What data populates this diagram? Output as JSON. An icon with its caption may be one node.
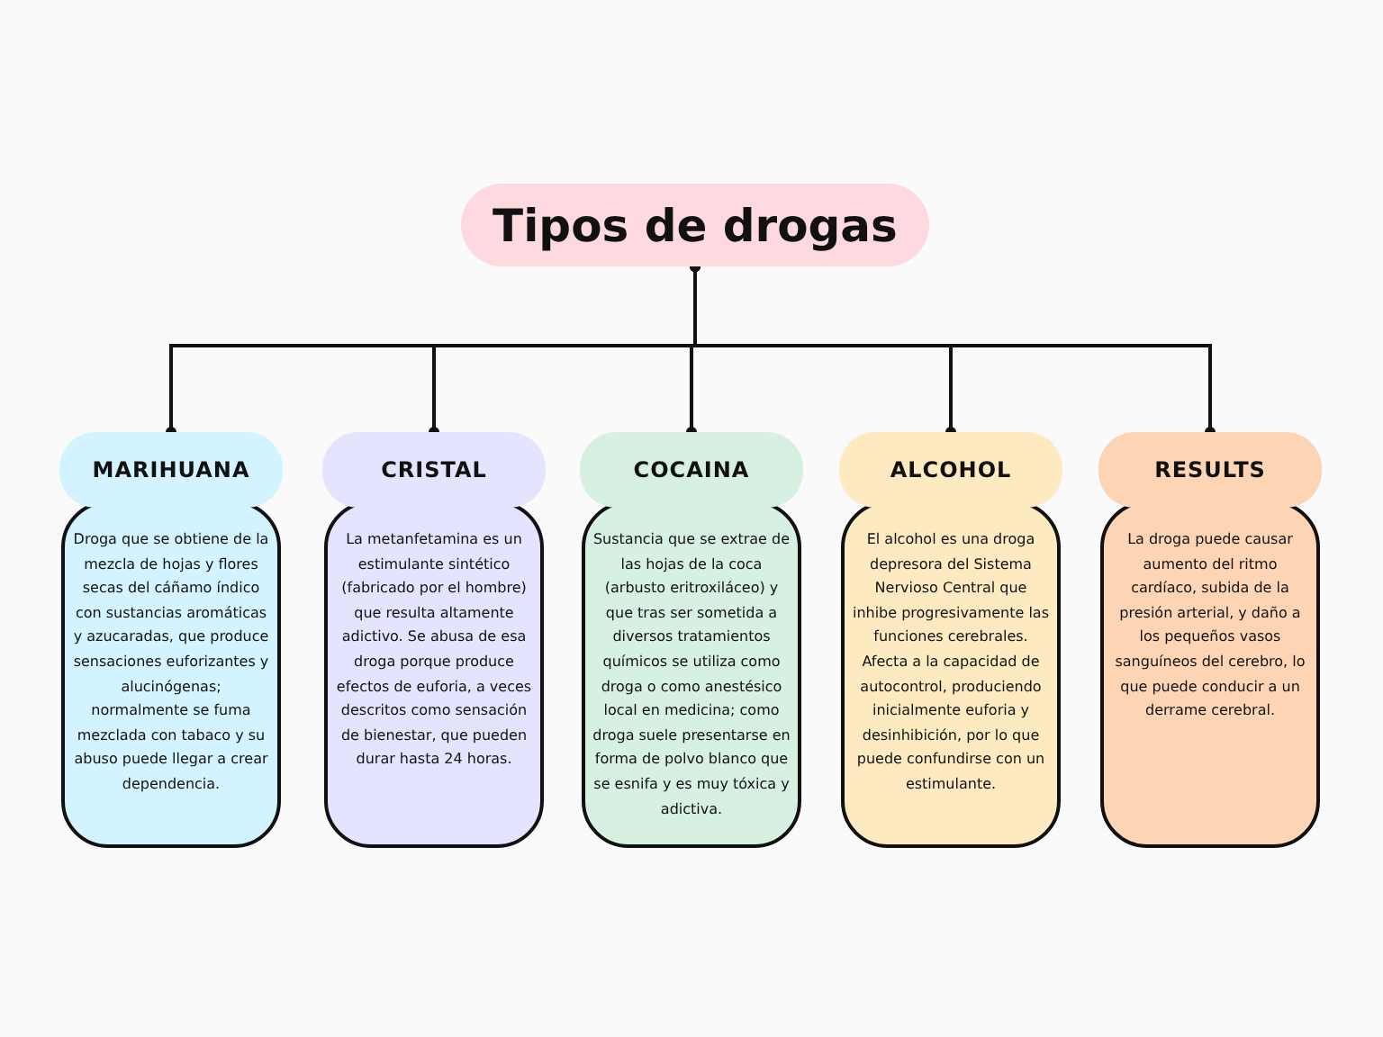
{
  "diagram": {
    "nodes": [
      {
        "text": [
          "Tipos de drogas"
        ]
      },
      {
        "text": [
          "MARIHUANA"
        ]
      },
      {
        "text": [
          "Droga que se obtiene de la mezcla de hojas y flores secas del cáñamo índico con sustancias aromáticas y azucaradas, que produce sensaciones euforizantes y alucinógenas; normalmente se fuma mezclada con tabaco y su abuso puede llegar a crear dependencia."
        ]
      },
      {
        "text": [
          "CRISTAL"
        ]
      },
      {
        "text": [
          "La metanfetamina es un estimulante sintético (fabricado por el hombre) que resulta altamente adictivo. Se abusa de esa droga porque produce efectos de euforia, a veces descritos como sensación de bienestar, que pueden durar hasta 24 horas."
        ]
      },
      {
        "text": [
          "COCAINA"
        ]
      },
      {
        "text": [
          "Sustancia que se extrae de las hojas de la coca (arbusto eritroxiláceo) y que tras ser sometida a diversos tratamientos químicos se utiliza como droga o como anestésico local en medicina; como droga suele presentarse en forma de polvo blanco que se esnifa y es muy tóxica y adictiva."
        ]
      },
      {
        "text": [
          "ALCOHOL"
        ]
      },
      {
        "text": [
          "El alcohol es una droga depresora del Sistema Nervioso Central que inhibe progresivamente las funciones cerebrales. Afecta a la capacidad de autocontrol, produciendo inicialmente euforia y desinhibición, por lo que puede confundirse con un estimulante."
        ]
      },
      {
        "text": [
          "RESULTS"
        ]
      },
      {
        "text": [
          "La droga puede causar aumento del ritmo cardíaco, subida de la presión arterial, y daño a los pequeños vasos sanguíneos del cerebro, lo que puede conducir a un derrame cerebral."
        ]
      }
    ],
    "edges": [
      {
        "from": 0,
        "to": 1,
        "arrow": "other"
      },
      {
        "from": 0,
        "to": 3,
        "arrow": "other"
      },
      {
        "from": 0,
        "to": 5,
        "arrow": "other"
      },
      {
        "from": 0,
        "to": 7,
        "arrow": "other"
      },
      {
        "from": 0,
        "to": 9,
        "arrow": "other"
      }
    ]
  }
}
